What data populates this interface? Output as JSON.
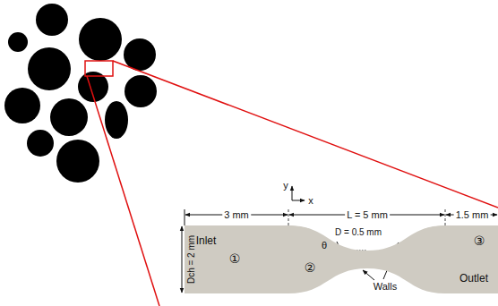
{
  "diagram": {
    "nodes": [
      {
        "text": [
          "Inlet",
          "①"
        ]
      },
      {
        "text": [
          "②"
        ]
      },
      {
        "text": [
          "③",
          "Outlet"
        ]
      }
    ],
    "labels": [
      "3 mm",
      "L = 5 mm",
      "1.5 mm",
      "Dch = 2 mm",
      "y",
      "x",
      "θ",
      "D = 0.5 mm",
      "Walls"
    ]
  }
}
